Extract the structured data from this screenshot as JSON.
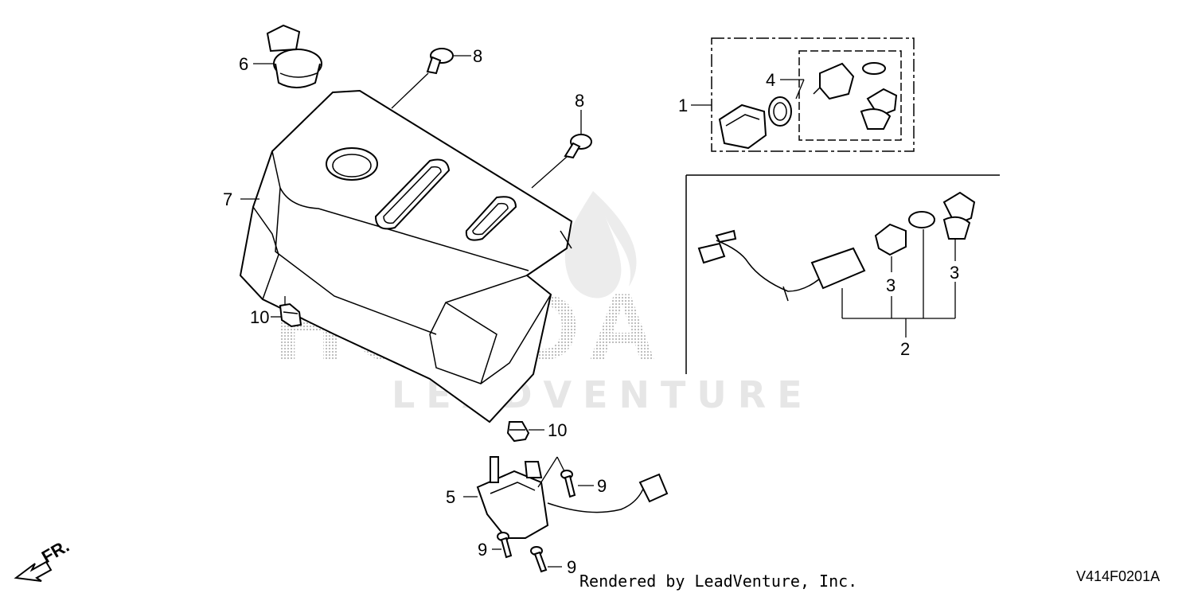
{
  "watermark": {
    "brand": "HONDA",
    "sub": "LEADVENTURE"
  },
  "callouts": {
    "c1": "1",
    "c2": "2",
    "c3a": "3",
    "c3b": "3",
    "c4": "4",
    "c5": "5",
    "c6": "6",
    "c7": "7",
    "c8a": "8",
    "c8b": "8",
    "c9a": "9",
    "c9b": "9",
    "c9c": "9",
    "c10a": "10",
    "c10b": "10"
  },
  "direction_label": "FR.",
  "footer": {
    "credit": "Rendered by LeadVenture, Inc.",
    "diagram_code": "V414F0201A"
  },
  "colors": {
    "line": "#000000",
    "watermark": "#d9d9d9",
    "background": "#ffffff"
  }
}
